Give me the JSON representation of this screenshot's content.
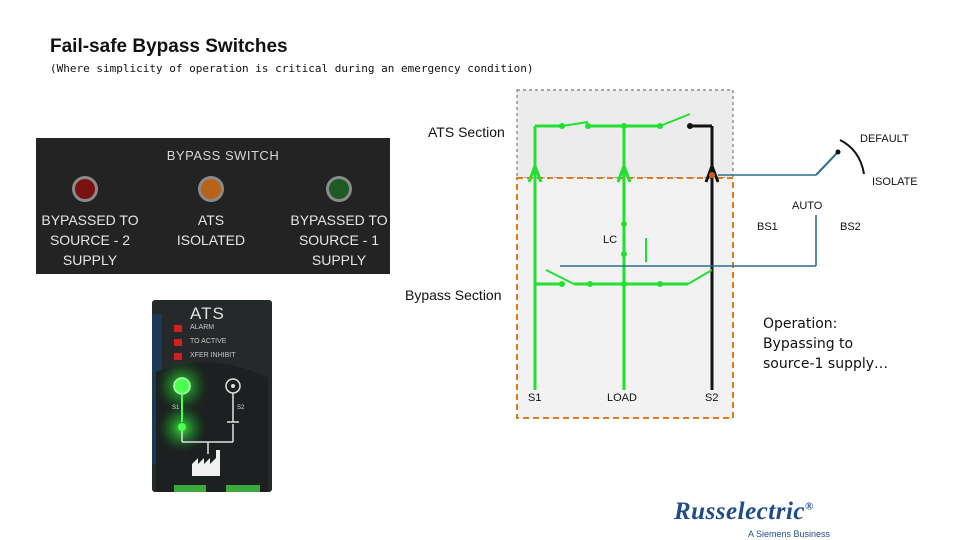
{
  "header": {
    "title": "Fail-safe Bypass Switches",
    "subtitle": "(Where simplicity of operation is critical during an emergency condition)"
  },
  "bypass_panel": {
    "title": "BYPASS  SWITCH",
    "lamps": [
      {
        "label_lines": [
          "BYPASSED TO",
          "SOURCE - 2",
          "SUPPLY"
        ],
        "color": "#7a1212"
      },
      {
        "label_lines": [
          "ATS",
          "ISOLATED"
        ],
        "color": "#b8621a"
      },
      {
        "label_lines": [
          "BYPASSED TO",
          "SOURCE - 1",
          "SUPPLY"
        ],
        "color": "#1d5a24"
      }
    ]
  },
  "ats_panel": {
    "title": "ATS",
    "indicators": [
      "ALARM",
      "TO ACTIVE",
      "XFER INHIBIT"
    ],
    "s1_label": "S1",
    "s2_label": "S2"
  },
  "diagram": {
    "ats_section_label": "ATS Section",
    "bypass_section_label": "Bypass Section",
    "default_label": "DEFAULT",
    "isolate_label": "ISOLATE",
    "auto_label": "AUTO",
    "bs1_label": "BS1",
    "bs2_label": "BS2",
    "lc_label": "LC",
    "s1_label": "S1",
    "load_label": "LOAD",
    "s2_label": "S2",
    "colors": {
      "live": "#22e030",
      "dead": "#111111",
      "control": "#2a6f8c",
      "boundary": "#e07a20"
    }
  },
  "operation": {
    "lines": [
      "Operation:",
      "Bypassing to",
      "source-1 supply…"
    ]
  },
  "logo": {
    "name": "Russelectric",
    "registered": "®",
    "tagline": "A Siemens Business"
  }
}
